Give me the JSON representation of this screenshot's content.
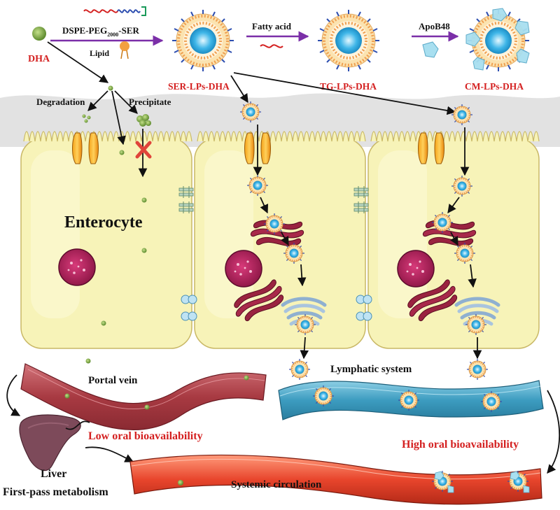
{
  "labels": {
    "dha": "DHA",
    "dspe_prefix": "DSPE-PEG",
    "dspe_sub": "2000",
    "dspe_suffix": "-SER",
    "lipid": "Lipid",
    "fatty_acid": "Fatty acid",
    "apob48": "ApoB48",
    "ser_lps": "SER-LPs-DHA",
    "tg_lps": "TG-LPs-DHA",
    "cm_lps": "CM-LPs-DHA",
    "degradation": "Degradation",
    "precipitate": "Precipitate",
    "enterocyte": "Enterocyte",
    "portal_vein": "Portal vein",
    "lymphatic": "Lymphatic system",
    "liver": "Liver",
    "first_pass": "First-pass metabolism",
    "low_bio": "Low oral bioavailability",
    "high_bio": "High oral bioavailability",
    "systemic": "Systemic circulation"
  },
  "colors": {
    "red_text": "#d42020",
    "arrow_purple": "#7b2fa8",
    "cell_fill": "#f7f3b8",
    "cell_stroke": "#c9b866",
    "portal_vein": "#b8474f",
    "lymph": "#3c9cc0",
    "systemic": "#e8452c",
    "liver": "#7d4a5a",
    "np_core": "#3fb6e8",
    "np_shell": "#f3c37a",
    "dha_green": "#6f9a3a"
  }
}
